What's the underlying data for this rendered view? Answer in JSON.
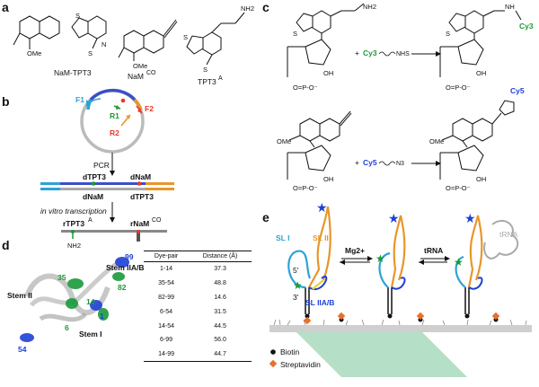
{
  "panels": {
    "a": "a",
    "b": "b",
    "c": "c",
    "d": "d",
    "e": "e"
  },
  "panel_a": {
    "labels": [
      "NaM-TPT3",
      "NaM",
      "CO",
      "TPT3",
      "A"
    ],
    "atoms": {
      "ome": "OMe",
      "n": "N",
      "s": "S",
      "nh2": "NH2"
    }
  },
  "panel_b": {
    "primers": {
      "f1": "F1",
      "f2": "F2",
      "r1": "R1",
      "r2": "R2"
    },
    "pcr": "PCR",
    "top_labels": [
      "dTPT3",
      "dNaM"
    ],
    "bottom_labels": [
      "dNaM",
      "dTPT3"
    ],
    "transcription": "in vitro transcription",
    "rtpt3": "rTPT3",
    "rtpt3_sup": "A",
    "rnam": "rNaM",
    "rnam_sup": "CO",
    "nh2": "NH2"
  },
  "panel_c": {
    "cy3": "Cy3",
    "nhs": "NHS",
    "cy5": "Cy5",
    "n3": "N3",
    "plus": "+"
  },
  "panel_d": {
    "stems": [
      "Stem IIA/B",
      "Stem II",
      "Stem I"
    ],
    "residue_labels": [
      "99",
      "35",
      "82",
      "1",
      "6",
      "54",
      "14"
    ],
    "table": {
      "headers": [
        "Dye-pair",
        "Distance (Å)"
      ],
      "rows": [
        [
          "1-14",
          "37.3"
        ],
        [
          "35-54",
          "48.8"
        ],
        [
          "82-99",
          "14.6"
        ],
        [
          "6-54",
          "31.5"
        ],
        [
          "14-54",
          "44.5"
        ],
        [
          "6-99",
          "56.0"
        ],
        [
          "14-99",
          "44.7"
        ]
      ]
    }
  },
  "panel_e": {
    "sl1": "SL I",
    "sl2": "SL II",
    "sl2ab": "SL IIA/B",
    "five_prime": "5'",
    "three_prime": "3'",
    "mg": "Mg2+",
    "trna_arrow": "tRNA",
    "trna": "tRNA",
    "legend": [
      "Biotin",
      "Streptavidin"
    ]
  },
  "colors": {
    "cy3": "#1a9a3a",
    "cy5": "#1f3fd6",
    "orange": "#e8962a",
    "blue": "#2ba3d6",
    "yellow": "#e8d430",
    "red": "#e33b2b"
  }
}
